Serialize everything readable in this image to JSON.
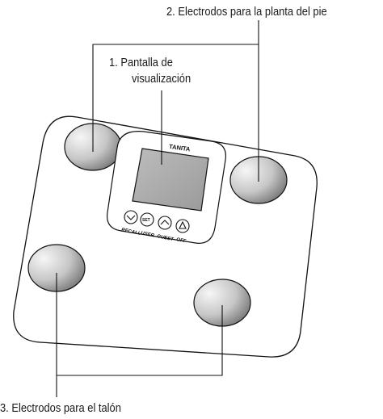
{
  "callouts": {
    "sole_electrodes": "2. Electrodos para la planta del pie",
    "display_line1": "1. Pantalla de",
    "display_line2": "visualización",
    "heel_electrodes": "3. Electrodos para el talón"
  },
  "device": {
    "brand": "TANITA",
    "buttons": [
      {
        "icon": "chevron-down-icon",
        "label": "RECALL"
      },
      {
        "icon": "set-button",
        "symbol": "SET",
        "label": "USER"
      },
      {
        "icon": "chevron-up-icon",
        "label": "GUEST"
      },
      {
        "icon": "power-triangle-icon",
        "label": "OFF"
      }
    ]
  },
  "colors": {
    "outline": "#111111",
    "electrode_light": "#f4f4f4",
    "electrode_dark": "#6e6e6e",
    "screen": "#a9a9a9"
  }
}
